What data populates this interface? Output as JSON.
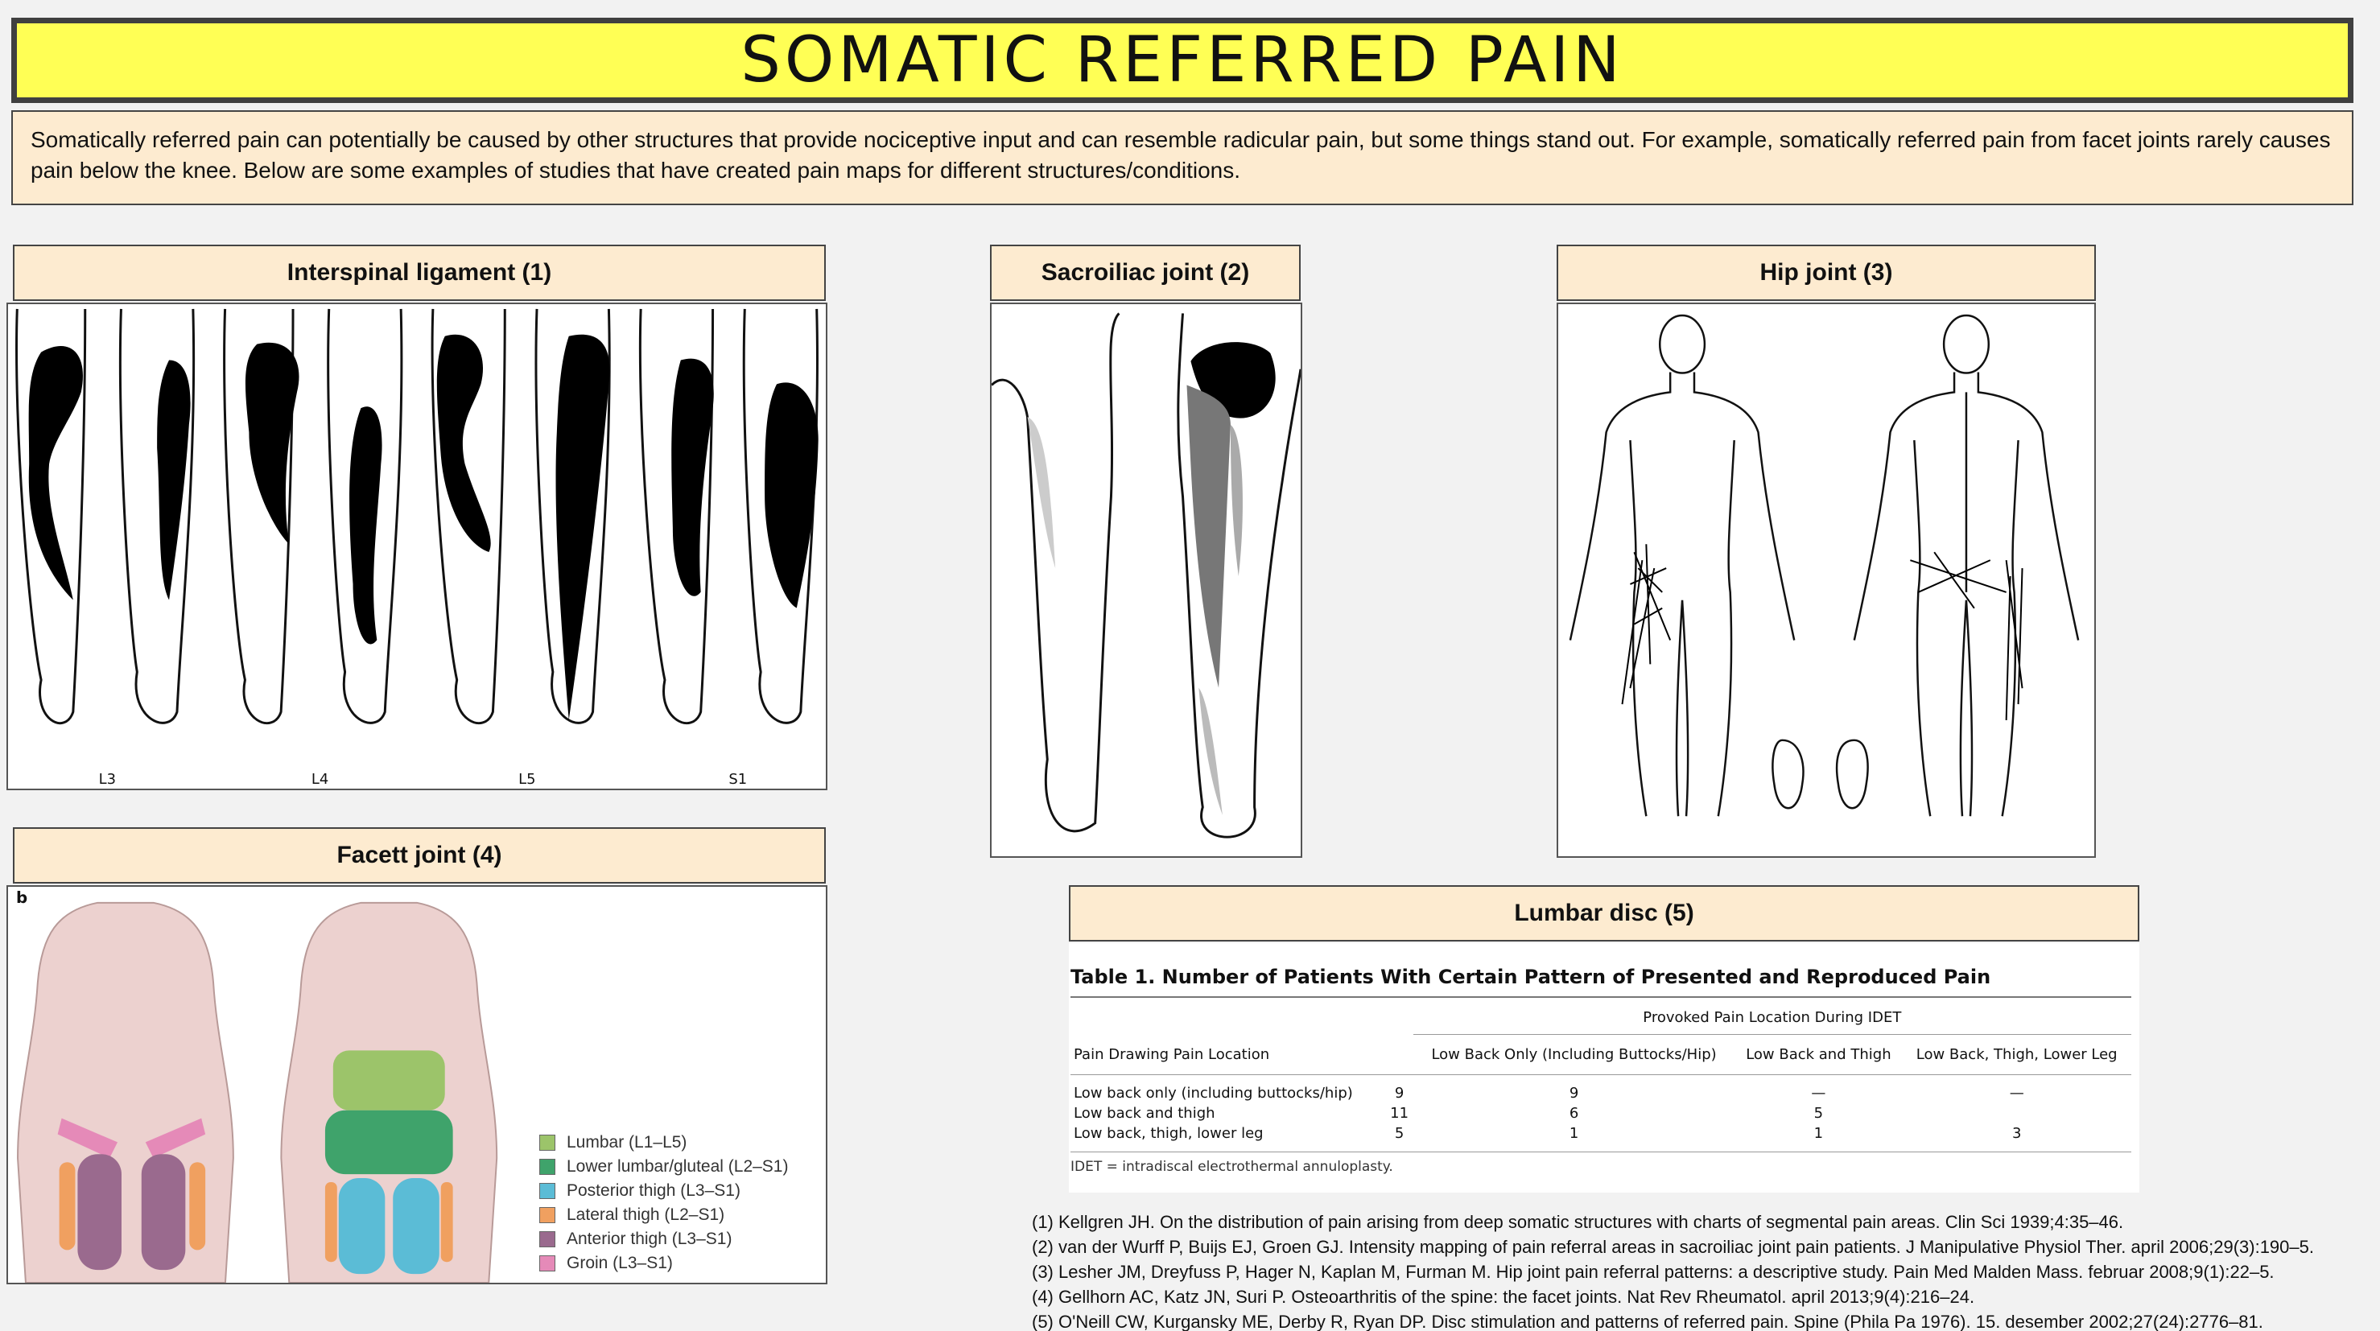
{
  "title": "SOMATIC REFERRED PAIN",
  "intro": "Somatically referred pain can potentially be caused by other structures that provide nociceptive input and can resemble radicular pain, but some things stand out. For example, somatically referred pain from facet joints rarely causes pain below the knee. Below are some examples of studies that have created pain maps for different structures/conditions.",
  "sections": {
    "interspinal": "Interspinal ligament (1)",
    "sacroiliac": "Sacroiliac joint (2)",
    "hip": "Hip joint (3)",
    "facet": "Facett joint (4)",
    "lumbar": "Lumbar disc (5)"
  },
  "interspinal_levels": [
    "L3",
    "L4",
    "L5",
    "S1"
  ],
  "facet_panel_letter": "b",
  "facet_legend": [
    {
      "label": "Lumbar (L1–L5)",
      "color": "#9cc46a"
    },
    {
      "label": "Lower lumbar/gluteal (L2–S1)",
      "color": "#3fa36b"
    },
    {
      "label": "Posterior thigh (L3–S1)",
      "color": "#5bbcd6"
    },
    {
      "label": "Lateral thigh (L2–S1)",
      "color": "#f0a060"
    },
    {
      "label": "Anterior thigh (L3–S1)",
      "color": "#9a6a8e"
    },
    {
      "label": "Groin (L3–S1)",
      "color": "#e58ab8"
    }
  ],
  "table": {
    "title": "Table 1.  Number of Patients With Certain Pattern of Presented and Reproduced Pain",
    "group_header": "Provoked Pain Location During IDET",
    "row_header": "Pain Drawing Pain Location",
    "columns": [
      "Low Back Only (Including Buttocks/Hip)",
      "Low Back and Thigh",
      "Low Back, Thigh, Lower Leg"
    ],
    "rows": [
      {
        "label": "Low back only (including buttocks/hip)",
        "n": "9",
        "cells": [
          "9",
          "—",
          "—"
        ]
      },
      {
        "label": "Low back and thigh",
        "n": "11",
        "cells": [
          "6",
          "5",
          ""
        ]
      },
      {
        "label": "Low back, thigh, lower leg",
        "n": "5",
        "cells": [
          "1",
          "1",
          "3"
        ]
      }
    ],
    "note": "IDET = intradiscal electrothermal annuloplasty."
  },
  "references": [
    "(1) Kellgren JH. On the distribution of pain arising from deep somatic structures with charts of segmental pain areas. Clin Sci 1939;4:35–46.",
    "(2) van der Wurff P, Buijs EJ, Groen GJ. Intensity mapping of pain referral areas in sacroiliac joint pain patients. J Manipulative Physiol Ther. april 2006;29(3):190–5.",
    "(3) Lesher JM, Dreyfuss P, Hager N, Kaplan M, Furman M. Hip joint pain referral patterns: a descriptive study. Pain Med Malden Mass. februar 2008;9(1):22–5.",
    "(4) Gellhorn AC, Katz JN, Suri P. Osteoarthritis of the spine: the facet joints. Nat Rev Rheumatol. april 2013;9(4):216–24.",
    "(5) O'Neill CW, Kurgansky ME, Derby R, Ryan DP. Disc stimulation and patterns of referred pain. Spine (Phila Pa 1976). 15. desember 2002;27(24):2776–81."
  ]
}
